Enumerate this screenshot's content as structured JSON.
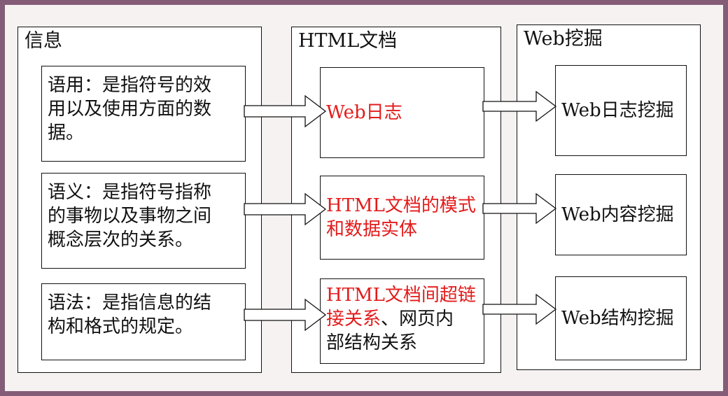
{
  "colors": {
    "frame": "#845c78",
    "background": "#f5f2f1",
    "highlight": "#e31b1b",
    "text": "#111111"
  },
  "columns": [
    {
      "title": "信息",
      "boxes": [
        {
          "text": "语用：是指符号的效\n用以及使用方面的数\n据。"
        },
        {
          "text": "语义：是指符号指称\n的事物以及事物之间\n概念层次的关系。"
        },
        {
          "text": "语法：是指信息的结\n构和格式的规定。"
        }
      ]
    },
    {
      "title": "HTML文档",
      "boxes": [
        {
          "text": "Web日志"
        },
        {
          "text": "HTML文档的模式\n和数据实体"
        },
        {
          "text_red": "HTML文档间超链\n接关系",
          "text_black": "、网页内\n部结构关系"
        }
      ]
    },
    {
      "title": "Web挖掘",
      "boxes": [
        {
          "text": "Web日志挖掘"
        },
        {
          "text": "Web内容挖掘"
        },
        {
          "text": "Web结构挖掘"
        }
      ]
    }
  ]
}
